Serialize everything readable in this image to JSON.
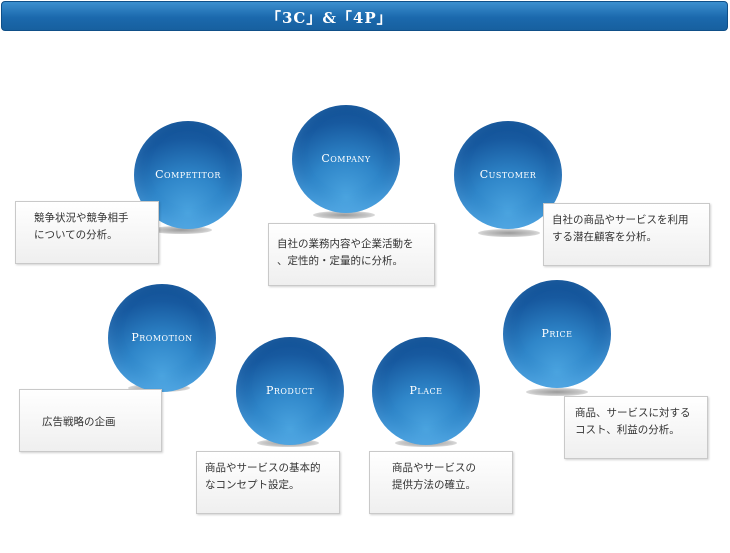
{
  "header": {
    "title": "「3C」&「4P」"
  },
  "nodes": [
    {
      "label": "Competitor",
      "description": "競争状況や競争相手\nについての分析。"
    },
    {
      "label": "Company",
      "description": "自社の業務内容や企業活動を\n、定性的・定量的に分析。"
    },
    {
      "label": "Customer",
      "description": "自社の商品やサービスを利用\nする潜在顧客を分析。"
    },
    {
      "label": "Promotion",
      "description": "広告戦略の企画"
    },
    {
      "label": "Product",
      "description": "商品やサービスの基本的\nなコンセプト設定。"
    },
    {
      "label": "Place",
      "description": "商品やサービスの\n提供方法の確立。"
    },
    {
      "label": "Price",
      "description": "商品、サービスに対する\nコスト、利益の分析。"
    }
  ]
}
